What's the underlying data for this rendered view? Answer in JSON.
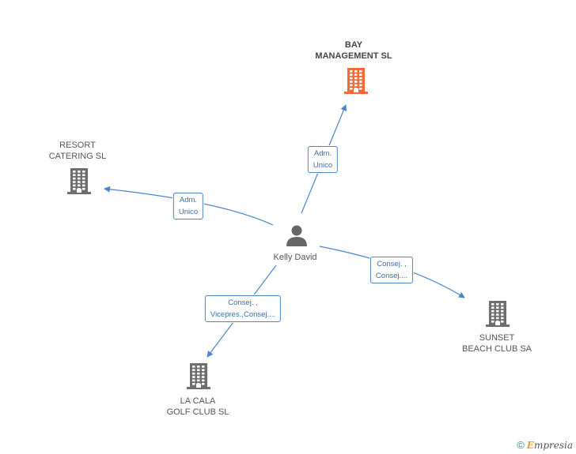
{
  "center": {
    "name": "Kelly David",
    "icon": "person-icon"
  },
  "companies": [
    {
      "id": "bay",
      "lines": [
        "BAY",
        "MANAGEMENT SL"
      ],
      "icon": "building-icon",
      "color": "#f26a3a",
      "highlight": true
    },
    {
      "id": "resort",
      "lines": [
        "RESORT",
        "CATERING SL"
      ],
      "icon": "building-icon",
      "color": "#6e6e6e",
      "highlight": false
    },
    {
      "id": "sunset",
      "lines": [
        "SUNSET",
        "BEACH CLUB SA"
      ],
      "icon": "building-icon",
      "color": "#6e6e6e",
      "highlight": false
    },
    {
      "id": "lacala",
      "lines": [
        "LA CALA",
        "GOLF CLUB SL"
      ],
      "icon": "building-icon",
      "color": "#6e6e6e",
      "highlight": false
    }
  ],
  "relations": [
    {
      "to": "bay",
      "lines": [
        "Adm.",
        "Unico"
      ]
    },
    {
      "to": "resort",
      "lines": [
        "Adm.",
        "Unico"
      ]
    },
    {
      "to": "sunset",
      "lines": [
        "Consej. ,",
        "Consej...."
      ]
    },
    {
      "to": "lacala",
      "lines": [
        "Consej. ,",
        "Vicepres.,Consej...."
      ]
    }
  ],
  "colors": {
    "edge": "#4a86c9",
    "text": "#555555"
  },
  "footer": {
    "copyright": "©",
    "brand_first": "E",
    "brand_rest": "mpresia"
  }
}
